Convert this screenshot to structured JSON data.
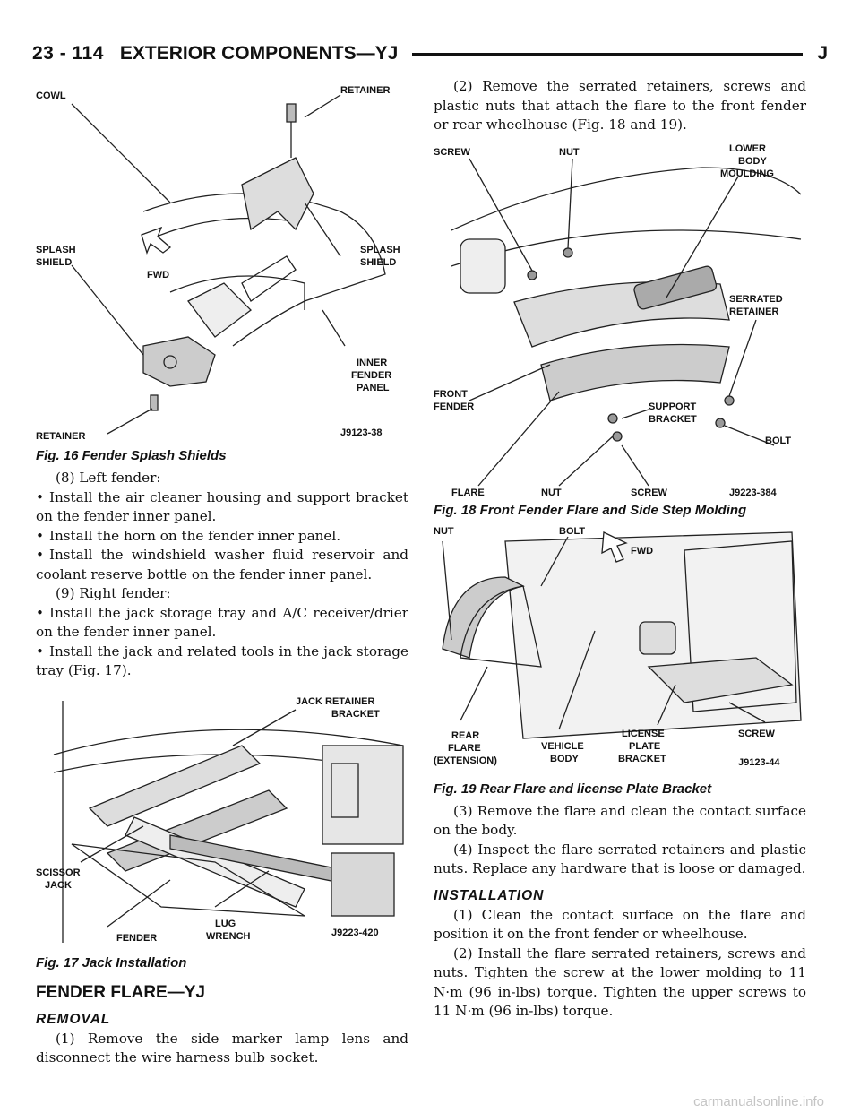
{
  "header": {
    "page_number": "23 - 114",
    "section_title": "EXTERIOR COMPONENTS—YJ",
    "brand_letter": "J"
  },
  "fig16": {
    "labels": {
      "cowl": "COWL",
      "retainer_top": "RETAINER",
      "splash_shield_left_1": "SPLASH",
      "splash_shield_left_2": "SHIELD",
      "fwd": "FWD",
      "splash_shield_right_1": "SPLASH",
      "splash_shield_right_2": "SHIELD",
      "inner_fender_panel_1": "INNER",
      "inner_fender_panel_2": "FENDER",
      "inner_fender_panel_3": "PANEL",
      "retainer_bottom": "RETAINER",
      "code": "J9123-38"
    },
    "caption": "Fig. 16 Fender Splash Shields"
  },
  "left_text": {
    "step8": "(8) Left fender:",
    "b1": "Install the air cleaner housing and support bracket on the fender inner panel.",
    "b2": "Install the horn on the fender inner panel.",
    "b3": "Install the windshield washer fluid reservoir and coolant reserve bottle on the fender inner panel.",
    "step9": "(9) Right fender:",
    "b4": "Install the jack storage tray and A/C receiver/drier on the fender inner panel.",
    "b5": "Install the jack and related tools in the jack storage tray (Fig. 17)."
  },
  "fig17": {
    "labels": {
      "jack_retainer_1": "JACK RETAINER",
      "jack_retainer_2": "BRACKET",
      "scissor_1": "SCISSOR",
      "scissor_2": "JACK",
      "fender": "FENDER",
      "lug_1": "LUG",
      "lug_2": "WRENCH",
      "code": "J9223-420"
    },
    "caption": "Fig. 17 Jack Installation"
  },
  "fender_flare": {
    "title": "FENDER FLARE—YJ",
    "removal_heading": "REMOVAL",
    "removal_step1": "(1) Remove the side marker lamp lens and disconnect the wire harness bulb socket."
  },
  "right_text": {
    "removal_step2": "(2) Remove the serrated retainers, screws and plastic nuts that attach the flare to the front fender or rear wheelhouse (Fig. 18 and 19).",
    "removal_step3": "(3) Remove the flare and clean the contact surface on the body.",
    "removal_step4": "(4) Inspect the flare serrated retainers and plastic nuts. Replace any hardware that is loose or damaged.",
    "installation_heading": "INSTALLATION",
    "install_step1": "(1) Clean the contact surface on the flare and position it on the front fender or wheelhouse.",
    "install_step2": "(2) Install the flare serrated retainers, screws and nuts. Tighten the screw at the lower molding to 11 N·m (96 in-lbs) torque. Tighten the upper screws to 11 N·m (96 in-lbs) torque."
  },
  "fig18": {
    "labels": {
      "screw_top": "SCREW",
      "nut_top": "NUT",
      "lower_1": "LOWER",
      "lower_2": "BODY",
      "lower_3": "MOULDING",
      "serrated_1": "SERRATED",
      "serrated_2": "RETAINER",
      "front_1": "FRONT",
      "front_2": "FENDER",
      "support_1": "SUPPORT",
      "support_2": "BRACKET",
      "bolt": "BOLT",
      "flare": "FLARE",
      "nut_bottom": "NUT",
      "screw_bottom": "SCREW",
      "code": "J9223-384"
    },
    "caption": "Fig. 18 Front Fender Flare and Side Step Molding"
  },
  "fig19": {
    "labels": {
      "nut": "NUT",
      "bolt": "BOLT",
      "fwd": "FWD",
      "screw": "SCREW",
      "rear_1": "REAR",
      "rear_2": "FLARE",
      "rear_3": "(EXTENSION)",
      "vehicle_1": "VEHICLE",
      "vehicle_2": "BODY",
      "license_1": "LICENSE",
      "license_2": "PLATE",
      "license_3": "BRACKET",
      "code": "J9123-44"
    },
    "caption": "Fig. 19 Rear Flare and license Plate Bracket"
  },
  "watermark": "carmanualsonline.info"
}
